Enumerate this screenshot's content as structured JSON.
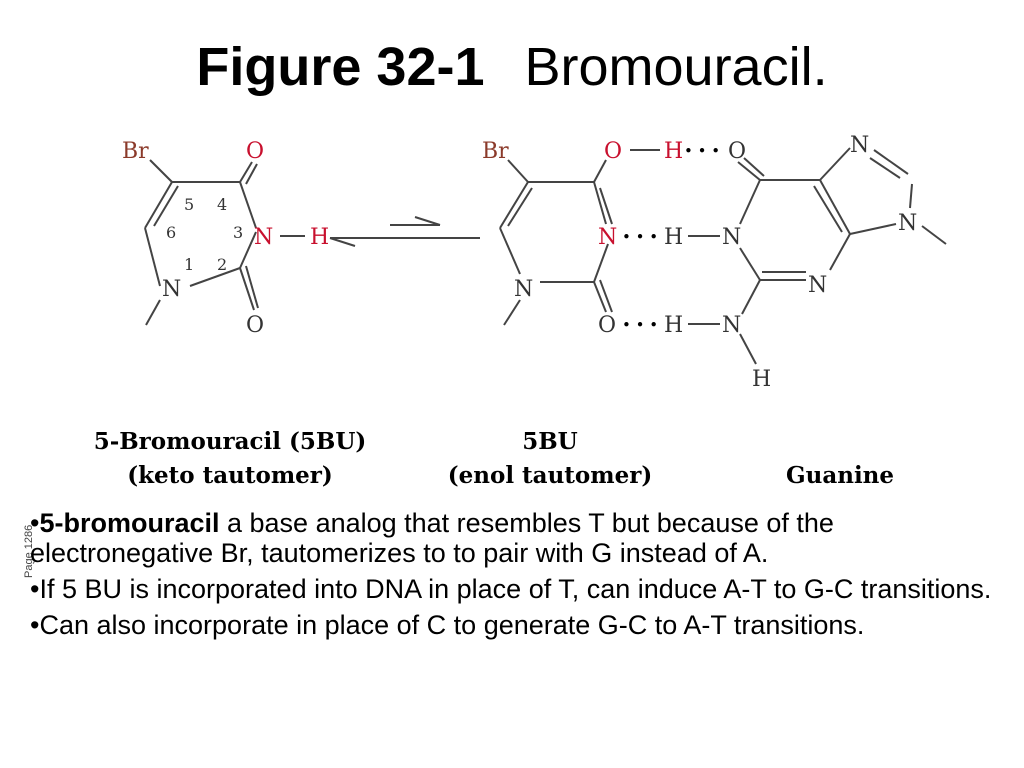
{
  "title": {
    "figure": "Figure 32-1",
    "name": "Bromouracil."
  },
  "structure1": {
    "atoms": {
      "br": "Br",
      "o_top": "O",
      "n3": "N",
      "h3": "H",
      "n1": "N",
      "o_bottom": "O"
    },
    "ring_numbers": [
      "5",
      "4",
      "6",
      "3",
      "1",
      "2"
    ]
  },
  "structure2": {
    "atoms": {
      "br": "Br",
      "o": "O",
      "h_top": "H",
      "dots_top": "• • •",
      "n3": "N",
      "dots_mid": "• • •",
      "n1": "N",
      "o_bottom": "O",
      "dots_bottom": "• • •"
    }
  },
  "guanine": {
    "atoms": {
      "o": "O",
      "h_mid": "H",
      "n1": "N",
      "n3": "N",
      "n7": "N",
      "n9": "N",
      "h_low": "H",
      "n_amine": "N",
      "h_amine": "H"
    }
  },
  "captions": {
    "left": [
      "5-Bromouracil (5BU)",
      "(keto tautomer)"
    ],
    "middle": [
      "5BU",
      "(enol tautomer)"
    ],
    "right": "Guanine"
  },
  "page_number": "Page 1286",
  "bullets": [
    {
      "bold": "5-bromouracil",
      "text": " a base analog that resembles T but because of the electronegative Br, tautomerizes to to pair with G instead of A."
    },
    {
      "text": "If 5 BU is incorporated into DNA in place of T, can induce A-T to G-C transitions."
    },
    {
      "text": "Can also incorporate in place of C to generate G-C to A-T transitions."
    }
  ],
  "colors": {
    "highlight": "#c8102e",
    "bromine": "#8b3a2a",
    "bond": "#444444"
  }
}
